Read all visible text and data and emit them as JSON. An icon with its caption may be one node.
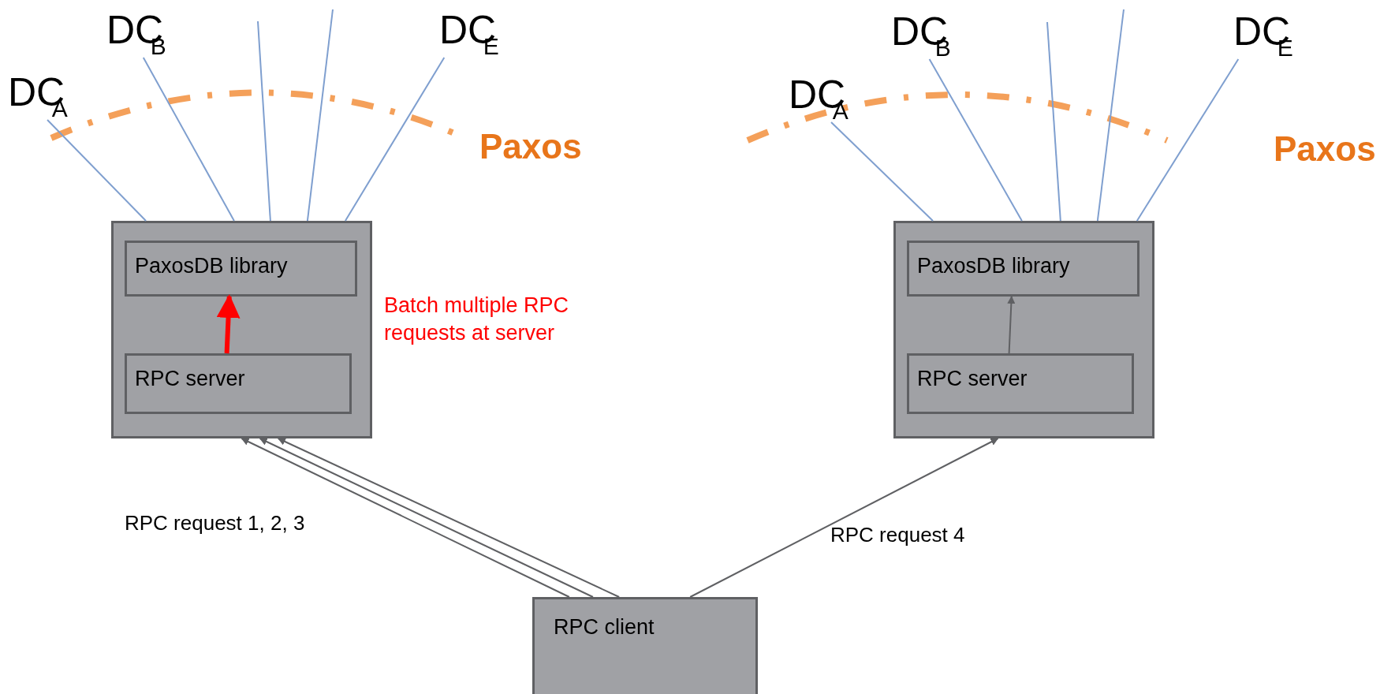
{
  "diagram": {
    "nodes": [
      {
        "text": [],
        "shape": "box"
      },
      {
        "text": [
          "PaxosDB library"
        ],
        "in": 0
      },
      {
        "text": [
          "RPC server"
        ],
        "in": 0
      },
      {
        "text": [],
        "shape": "box"
      },
      {
        "text": [
          "PaxosDB library"
        ],
        "in": 3
      },
      {
        "text": [
          "RPC server"
        ],
        "in": 3
      },
      {
        "text": [
          "RPC client"
        ]
      },
      {
        "text": [
          "DC$_{A}$"
        ]
      },
      {
        "text": [
          "DC$_{B}$"
        ]
      },
      {
        "text": [
          "DC$_{E}$"
        ]
      },
      {
        "text": [
          "DC$_{A}$"
        ]
      },
      {
        "text": [
          "DC$_{B}$"
        ]
      },
      {
        "text": [
          "DC$_{E}$"
        ]
      }
    ],
    "edges": [
      {
        "from": 7,
        "to": 0,
        "arrow": "none"
      },
      {
        "from": 8,
        "to": 0,
        "arrow": "none"
      },
      {
        "from": null,
        "to": 0,
        "arrow": "none"
      },
      {
        "from": null,
        "to": 0,
        "arrow": "none"
      },
      {
        "from": 9,
        "to": 0,
        "arrow": "none"
      },
      {
        "from": 10,
        "to": 3,
        "arrow": "none"
      },
      {
        "from": 11,
        "to": 3,
        "arrow": "none"
      },
      {
        "from": null,
        "to": 3,
        "arrow": "none"
      },
      {
        "from": null,
        "to": 3,
        "arrow": "none"
      },
      {
        "from": 12,
        "to": 3,
        "arrow": "none"
      },
      {
        "from": 2,
        "to": 1,
        "arrow": "to",
        "style": "thick",
        "color": "#ff0000"
      },
      {
        "from": 5,
        "to": 4,
        "arrow": "to",
        "color": "#5f6063"
      },
      {
        "from": 6,
        "to": 0,
        "arrow": "to",
        "color": "#5f6063"
      },
      {
        "from": 6,
        "to": 0,
        "arrow": "to",
        "color": "#5f6063"
      },
      {
        "from": 6,
        "to": 0,
        "arrow": "to",
        "color": "#5f6063"
      },
      {
        "from": 6,
        "to": 3,
        "arrow": "to",
        "color": "#5f6063"
      }
    ],
    "labels": [
      "Paxos",
      "Paxos",
      "Batch multiple RPC requests at server",
      "RPC request 1, 2, 3",
      "RPC request 4"
    ]
  }
}
